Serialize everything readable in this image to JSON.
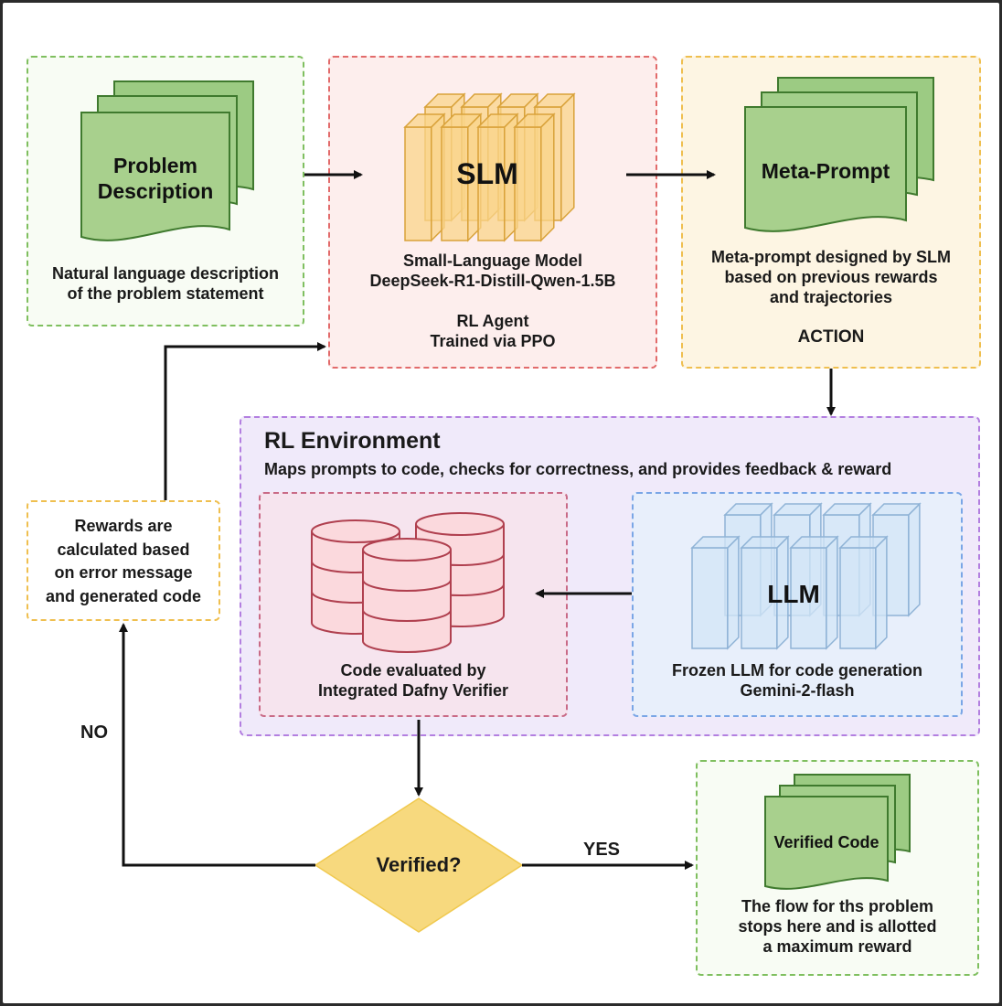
{
  "problem": {
    "title_line1": "Problem",
    "title_line2": "Description",
    "desc_line1": "Natural language description",
    "desc_line2": "of the problem statement"
  },
  "slm": {
    "label": "SLM",
    "model_line1": "Small-Language Model",
    "model_line2": "DeepSeek-R1-Distill-Qwen-1.5B",
    "agent_line1": "RL Agent",
    "agent_line2": "Trained via PPO"
  },
  "meta": {
    "title": "Meta-Prompt",
    "desc_line1": "Meta-prompt designed by SLM",
    "desc_line2": "based on previous rewards",
    "desc_line3": "and trajectories",
    "action": "ACTION"
  },
  "env": {
    "title": "RL Environment",
    "subtitle": "Maps prompts to code, checks for correctness, and provides feedback & reward"
  },
  "verifier": {
    "line1": "Code evaluated by",
    "line2": "Integrated Dafny Verifier"
  },
  "llm": {
    "label": "LLM",
    "line1": "Frozen LLM for code generation",
    "line2": "Gemini-2-flash"
  },
  "rewards": {
    "line1": "Rewards are",
    "line2": "calculated based",
    "line3": "on error message",
    "line4": "and generated code"
  },
  "decision": {
    "label": "Verified?",
    "yes": "YES",
    "no": "NO"
  },
  "verified": {
    "title": "Verified Code",
    "line1": "The flow for ths problem",
    "line2": "stops here and is allotted",
    "line3": "a maximum reward"
  },
  "colors": {
    "green": "#6ab04c",
    "green_fill": "#a8d08d",
    "red": "#e05a5a",
    "red_fill": "#fdeceb",
    "orange": "#f0b840",
    "orange_fill": "#fdf3de",
    "purple": "#b07ae0",
    "purple_fill": "#efe9fa",
    "blue": "#6a9ae0",
    "blue_fill": "#e6eefa",
    "yellow": "#f5d77a"
  }
}
